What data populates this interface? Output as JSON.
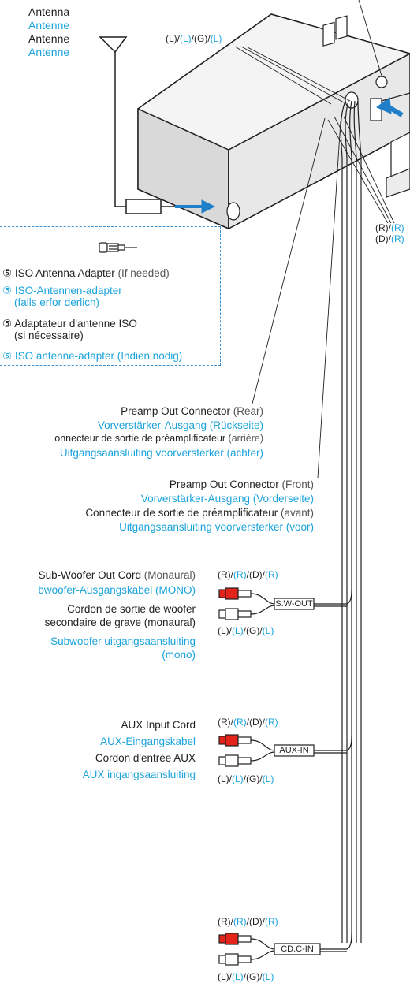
{
  "antenna": {
    "en": "Antenna",
    "de": "Antenne",
    "fr": "Antenne",
    "nl": "Antenne"
  },
  "left_codes": {
    "a": "(L)/",
    "b": "(L)",
    "c": "/(G)/",
    "d": "(L)"
  },
  "right_codes": {
    "line1_a": "(R)/",
    "line1_b": "(R)",
    "line2_a": "(D)/",
    "line2_b": "(R)"
  },
  "adapter": {
    "num": "⑤",
    "en": "ISO Antenna Adapter",
    "en_note": "(If needed)",
    "de_1": "ISO-Antennen-adapter",
    "de_2": "(falls erfor derlich)",
    "fr_1": "Adaptateur d'antenne ISO",
    "fr_2": "(si nécessaire)",
    "nl": "ISO antenne-adapter",
    "nl_note": "(Indien nodig)"
  },
  "preamp_rear": {
    "en": "Preamp Out Connector",
    "en_note": "(Rear)",
    "de": "Vorverstärker-Ausgang (Rückseite)",
    "fr": "onnecteur de sortie de préamplificateur",
    "fr_note": "(arrière)",
    "nl": "Uitgangsaansluiting voorversterker",
    "nl_note": "(achter)"
  },
  "preamp_front": {
    "en": "Preamp Out Connector",
    "en_note": "(Front)",
    "de": "Vorverstärker-Ausgang (Vorderseite)",
    "fr": "Connecteur de sortie de préamplificateur",
    "fr_note": "(avant)",
    "nl": "Uitgangsaansluiting voorversterker",
    "nl_note": "(voor)"
  },
  "subwoofer": {
    "en": "Sub-Woofer Out Cord",
    "en_note": "(Monaural)",
    "de": "bwoofer-Ausgangskabel (MONO)",
    "fr_1": "Cordon de sortie de woofer",
    "fr_2": "secondaire de grave (monaural)",
    "nl_1": "Subwoofer uitgangsaansluiting",
    "nl_2": "(mono)",
    "label": "S.W-OUT"
  },
  "aux": {
    "en": "AUX Input Cord",
    "de": "AUX-Eingangskabel",
    "fr": "Cordon d'entrée AUX",
    "nl": "AUX ingangsaansluiting",
    "label": "AUX-IN"
  },
  "cdc": {
    "label": "CD.C-IN"
  },
  "plug_codes": {
    "top_a": "(R)/",
    "top_b": "(R)",
    "top_c": "/(D)/",
    "top_d": "(R)",
    "bot_a": "(L)/",
    "bot_b": "(L)",
    "bot_c": "/(G)/",
    "bot_d": "(L)"
  },
  "colors": {
    "cyan": "#1aa3dc",
    "red": "#e2241b",
    "arrow": "#1f7fc9",
    "box_dash": "#3a8fd0"
  }
}
